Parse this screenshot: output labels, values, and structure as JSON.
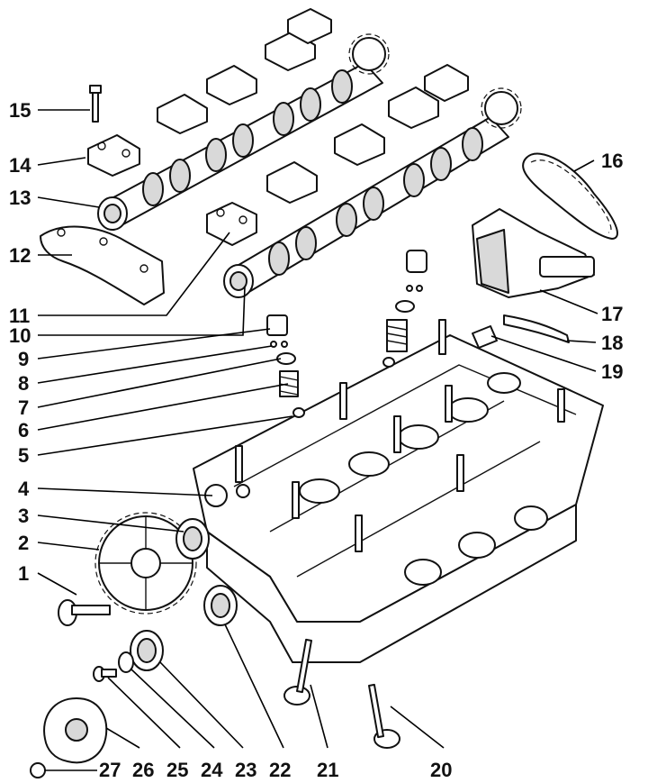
{
  "labels": {
    "l1": "1",
    "l2": "2",
    "l3": "3",
    "l4": "4",
    "l5": "5",
    "l6": "6",
    "l7": "7",
    "l8": "8",
    "l9": "9",
    "l10": "10",
    "l11": "11",
    "l12": "12",
    "l13": "13",
    "l14": "14",
    "l15": "15",
    "l16": "16",
    "l17": "17",
    "l18": "18",
    "l19": "19",
    "l20": "20",
    "l21": "21",
    "l22": "22",
    "l23": "23",
    "l24": "24",
    "l25": "25",
    "l26": "26",
    "l27": "27"
  }
}
